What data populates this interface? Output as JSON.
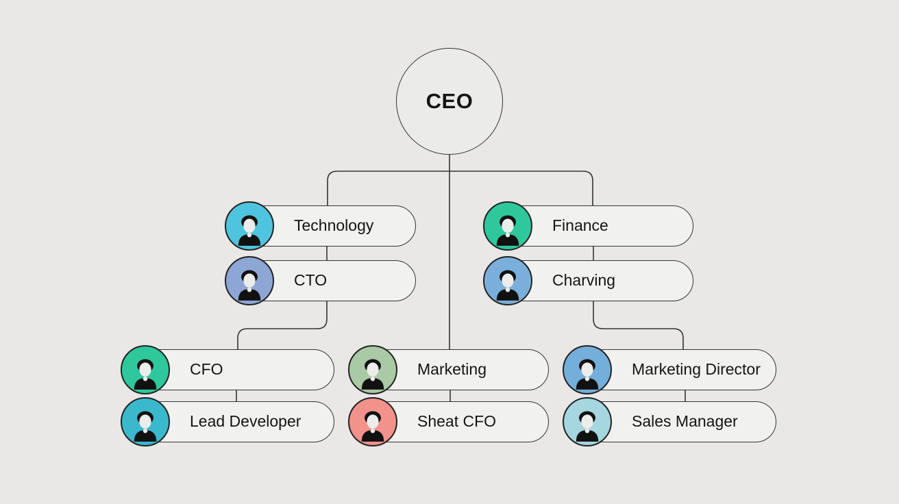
{
  "colors": {
    "background": "#e9e8e6",
    "pill_fill": "#f1f1ef",
    "outline": "#333333",
    "text": "#141414"
  },
  "root": {
    "label": "CEO"
  },
  "nodes": [
    {
      "id": "technology",
      "label": "Technology",
      "avatar_color": "#4fc4de"
    },
    {
      "id": "cto",
      "label": "CTO",
      "avatar_color": "#8ea6d6"
    },
    {
      "id": "finance",
      "label": "Finance",
      "avatar_color": "#2ec89c"
    },
    {
      "id": "charving",
      "label": "Charving",
      "avatar_color": "#7bafdb"
    },
    {
      "id": "cfo",
      "label": "CFO",
      "avatar_color": "#2ec89c"
    },
    {
      "id": "lead-developer",
      "label": "Lead Developer",
      "avatar_color": "#3ab9cd"
    },
    {
      "id": "marketing",
      "label": "Marketing",
      "avatar_color": "#aac9a5"
    },
    {
      "id": "sheat-cfo",
      "label": "Sheat CFO",
      "avatar_color": "#f2928b"
    },
    {
      "id": "marketing-director",
      "label": "Marketing Director",
      "avatar_color": "#74aeda"
    },
    {
      "id": "sales-manager",
      "label": "Sales Manager",
      "avatar_color": "#a6d6df"
    }
  ]
}
